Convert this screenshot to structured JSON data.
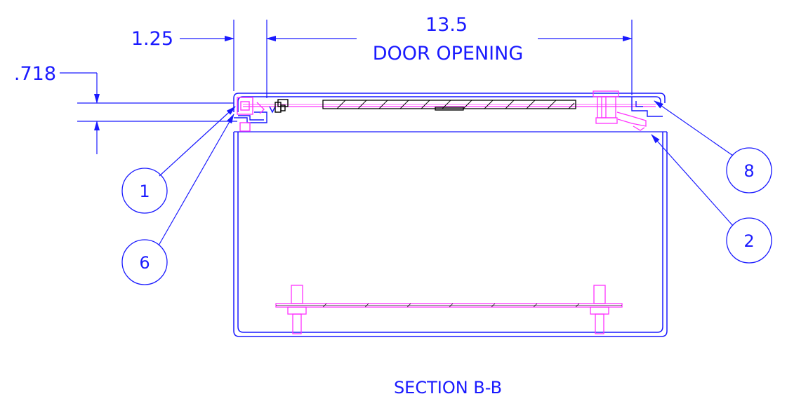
{
  "dimensions": {
    "flange_width": "1.25",
    "opening_width": "13.5",
    "opening_label": "DOOR OPENING",
    "gasket_depth": ".718"
  },
  "balloons": [
    "1",
    "6",
    "8",
    "2"
  ],
  "section_title": "SECTION B-B",
  "colors": {
    "outline": "#1a1aff",
    "hardware": "#ff33ff",
    "parts": "#000000"
  }
}
